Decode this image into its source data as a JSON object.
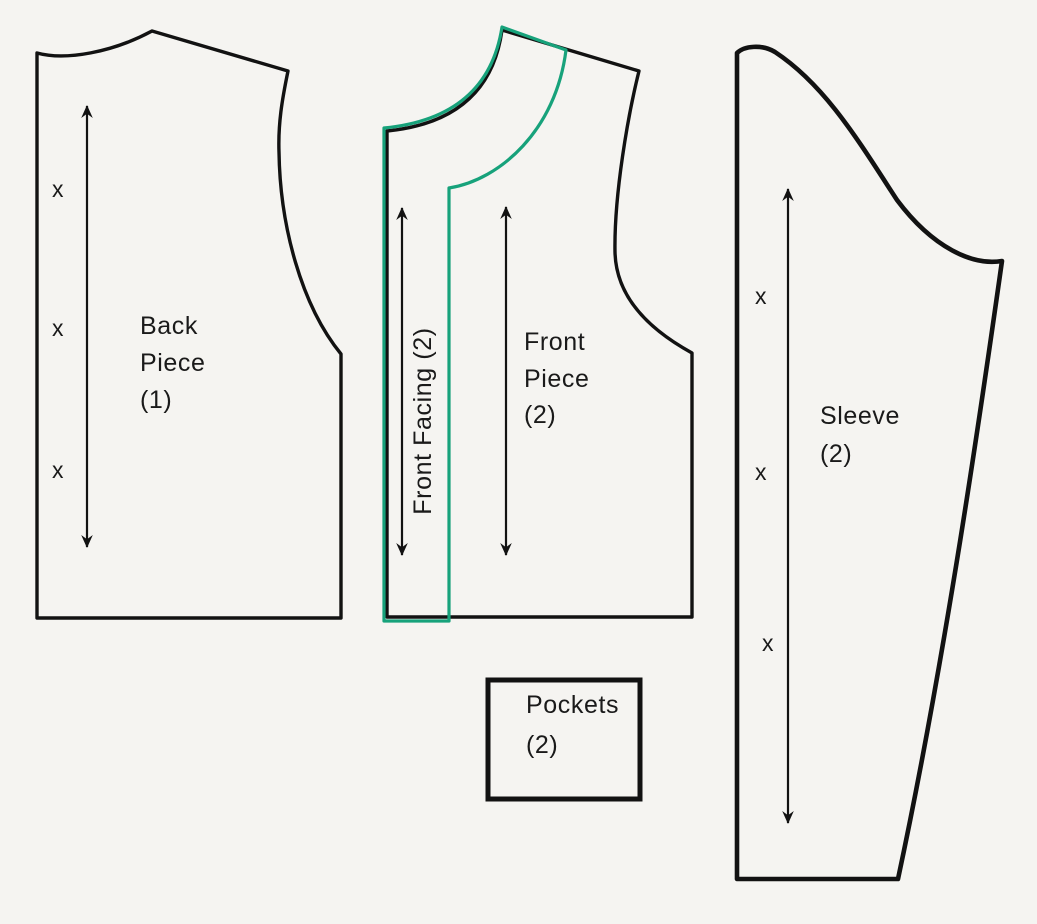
{
  "colors": {
    "background": "#f5f4f1",
    "outline": "#121212",
    "facing_outline": "#17a27b"
  },
  "pieces": {
    "back": {
      "label_lines": [
        "Back",
        "Piece",
        "(1)"
      ],
      "grain_marks": [
        "x",
        "x",
        "x"
      ]
    },
    "front_facing": {
      "label": "Front Facing (2)"
    },
    "front": {
      "label_lines": [
        "Front",
        "Piece",
        "(2)"
      ]
    },
    "pockets": {
      "label_lines": [
        "Pockets",
        "(2)"
      ]
    },
    "sleeve": {
      "label_lines": [
        "Sleeve",
        "(2)"
      ],
      "grain_marks": [
        "x",
        "x",
        "x"
      ]
    }
  }
}
